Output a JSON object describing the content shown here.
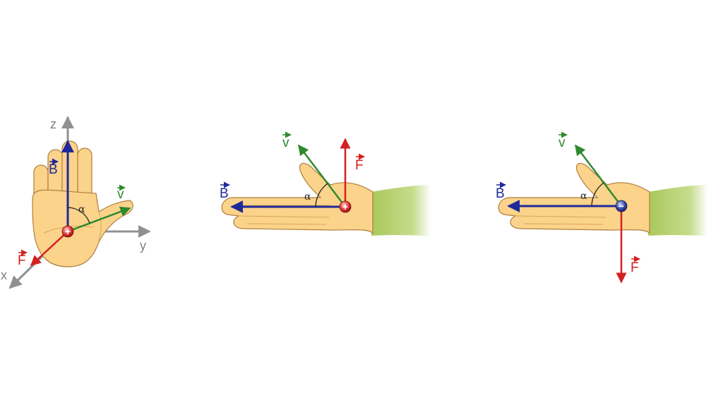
{
  "colors": {
    "skin": "#fbd38b",
    "skin_outline": "#b07d3a",
    "skin_line": "#d9a55a",
    "sleeve": "#a9c85a",
    "sleeve_light": "#dcebb4",
    "axis": "#909090",
    "b_vector": "#1f2a9a",
    "v_vector": "#2f8a2f",
    "f_vector": "#d42020",
    "positive_charge": "#e03a3a",
    "negative_charge": "#3a4aa8"
  },
  "icons": {
    "positive_charge": "plus-circle-icon",
    "negative_charge": "minus-circle-icon"
  },
  "panel1": {
    "axis_z": "z",
    "axis_y": "y",
    "axis_x": "x",
    "label_b": "B",
    "label_v": "v",
    "label_f": "F",
    "label_alpha": "α",
    "charge_symbol": "+"
  },
  "panel2": {
    "label_b": "B",
    "label_v": "v",
    "label_f": "F",
    "label_alpha": "α",
    "charge_symbol": "+"
  },
  "panel3": {
    "label_b": "B",
    "label_v": "v",
    "label_f": "F",
    "label_alpha": "α",
    "charge_symbol": "−"
  }
}
